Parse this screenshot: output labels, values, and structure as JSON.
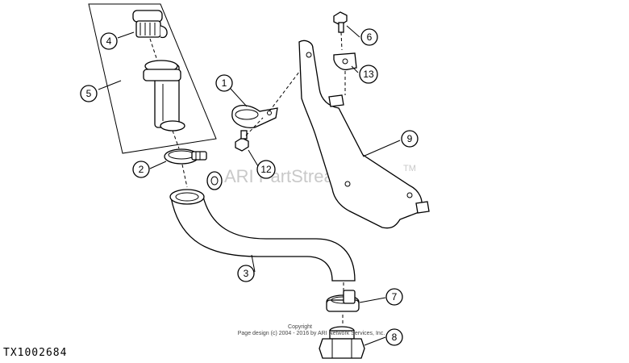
{
  "diagram": {
    "callouts": [
      "1",
      "2",
      "3",
      "4",
      "5",
      "6",
      "7",
      "8",
      "9",
      "12",
      "13"
    ],
    "watermark": "ARI PartStream",
    "watermark_mark": "TM",
    "copyright_line1": "Copyright",
    "copyright_line2": "Page design (c) 2004 - 2016 by ARI Network Services, Inc.",
    "figure_id": "TX1002684"
  }
}
